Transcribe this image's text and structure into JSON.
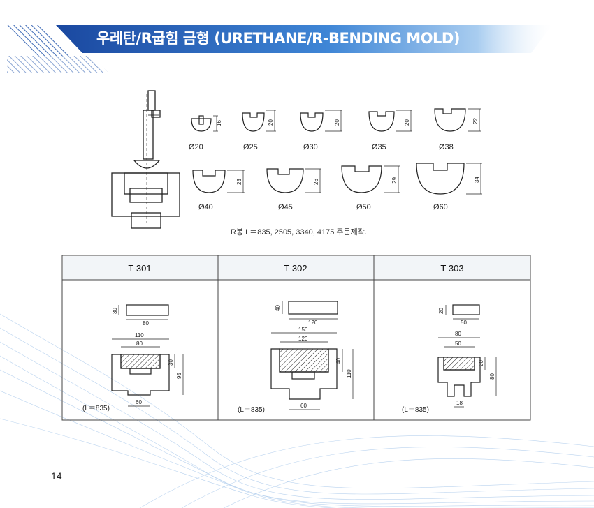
{
  "header": {
    "title": "우레탄/R굽힘 금형 (URETHANE/R-BENDING MOLD)"
  },
  "r_molds": {
    "row1": [
      {
        "size": "Ø20",
        "height": "16"
      },
      {
        "size": "Ø25",
        "height": "20"
      },
      {
        "size": "Ø30",
        "height": "20"
      },
      {
        "size": "Ø35",
        "height": "20"
      },
      {
        "size": "Ø38",
        "height": "22"
      }
    ],
    "row2": [
      {
        "size": "Ø40",
        "height": "23"
      },
      {
        "size": "Ø45",
        "height": "26"
      },
      {
        "size": "Ø50",
        "height": "29"
      },
      {
        "size": "Ø60",
        "height": "34"
      }
    ],
    "note": "R봉 L＝835, 2505, 3340, 4175 주문제작."
  },
  "table": {
    "columns": [
      {
        "model": "T-301",
        "pad_h": "30",
        "pad_w": "80",
        "outer_w": "110",
        "inner_w": "80",
        "pocket_h": "30",
        "total_h": "95",
        "tang_w": "60",
        "length": "(L＝835)"
      },
      {
        "model": "T-302",
        "pad_h": "40",
        "pad_w": "120",
        "outer_w": "150",
        "inner_w": "120",
        "pocket_h": "40",
        "total_h": "110",
        "tang_w": "60",
        "length": "(L＝835)"
      },
      {
        "model": "T-303",
        "pad_h": "20",
        "pad_w": "50",
        "outer_w": "80",
        "inner_w": "50",
        "pocket_h": "20",
        "total_h": "80",
        "tang_w": "18",
        "length": "(L＝835)"
      }
    ]
  },
  "page": {
    "number": "14"
  },
  "colors": {
    "banner_start": "#1d4fa8",
    "banner_end": "#e9f2fb",
    "accent": "#2b6cc4"
  }
}
